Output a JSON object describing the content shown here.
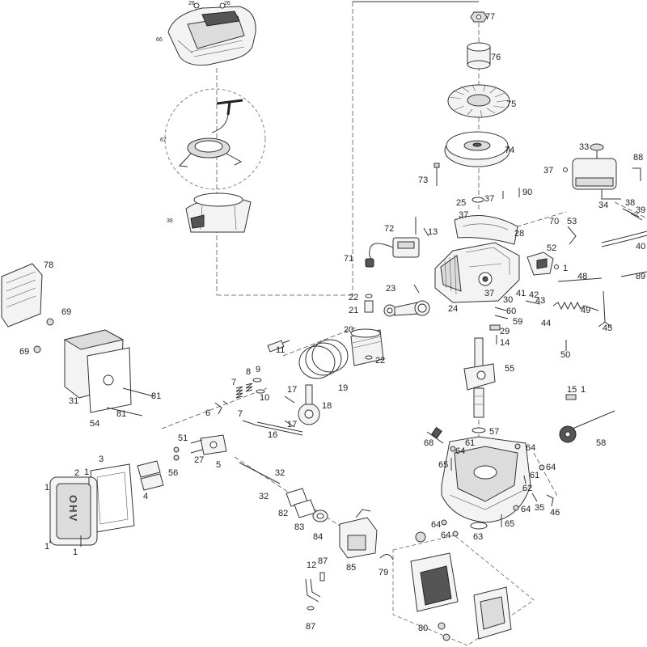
{
  "diagram": {
    "valve_cover_text": "OHV",
    "callouts": [
      "26",
      "26",
      "66",
      "67",
      "36",
      "77",
      "76",
      "75",
      "74",
      "73",
      "25",
      "37",
      "90",
      "37",
      "33",
      "37",
      "88",
      "34",
      "38",
      "39",
      "40",
      "89",
      "72",
      "13",
      "70",
      "53",
      "28",
      "52",
      "71",
      "1",
      "48",
      "23",
      "22",
      "21",
      "24",
      "37",
      "30",
      "41",
      "42",
      "43",
      "60",
      "59",
      "44",
      "49",
      "45",
      "29",
      "14",
      "20",
      "22",
      "50",
      "55",
      "11",
      "8",
      "9",
      "7",
      "10",
      "19",
      "17",
      "18",
      "17",
      "16",
      "6",
      "7",
      "15",
      "1",
      "58",
      "57",
      "61",
      "68",
      "64",
      "64",
      "61",
      "64",
      "65",
      "62",
      "35",
      "46",
      "64",
      "64",
      "64",
      "65",
      "63",
      "78",
      "69",
      "69",
      "31",
      "81",
      "81",
      "54",
      "51",
      "56",
      "27",
      "5",
      "4",
      "3",
      "2",
      "1",
      "1",
      "1",
      "1",
      "32",
      "32",
      "82",
      "83",
      "84",
      "85",
      "79",
      "12",
      "87",
      "87",
      "80"
    ]
  }
}
